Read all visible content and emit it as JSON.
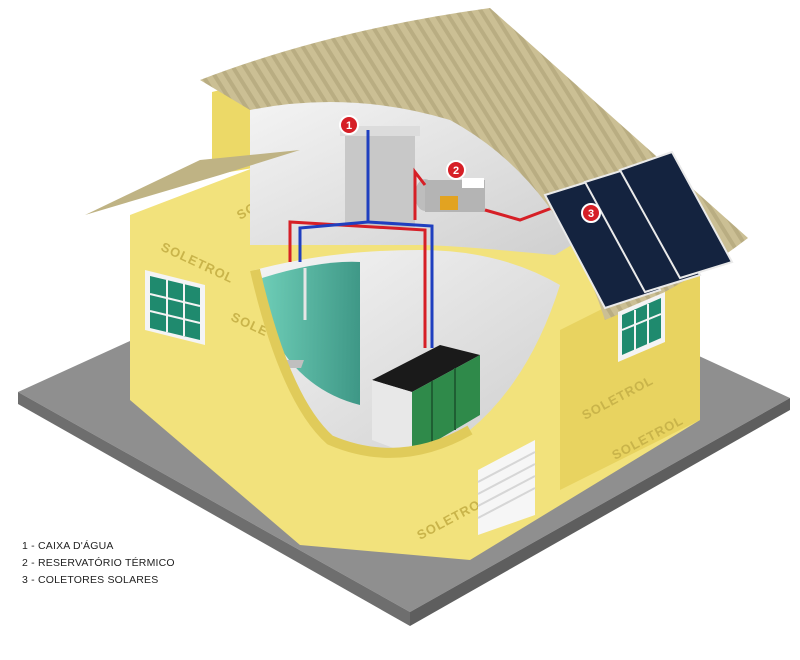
{
  "brand": {
    "watermark": "SOLETROL"
  },
  "markers": [
    {
      "number": "1",
      "label": "CAIXA D'ÁGUA"
    },
    {
      "number": "2",
      "label": "RESERVATÓRIO TÉRMICO"
    },
    {
      "number": "3",
      "label": "COLETORES SOLARES"
    }
  ],
  "legend": [
    "1 - CAIXA D'ÁGUA",
    "2 - RESERVATÓRIO TÉRMICO",
    "3 - COLETORES SOLARES"
  ],
  "colors": {
    "wall": "#f2e27c",
    "wall_dark": "#e0cb5a",
    "roof": "#cbbf94",
    "ground": "#8f8f8f",
    "hot_pipe": "#d61f26",
    "cold_pipe": "#1f3fbf",
    "marker": "#d61f26",
    "window_frame": "#f4f4f4",
    "window_glass": "#1f8a6e",
    "cabinet": "#2f8a4a",
    "panel": "#14233f"
  }
}
